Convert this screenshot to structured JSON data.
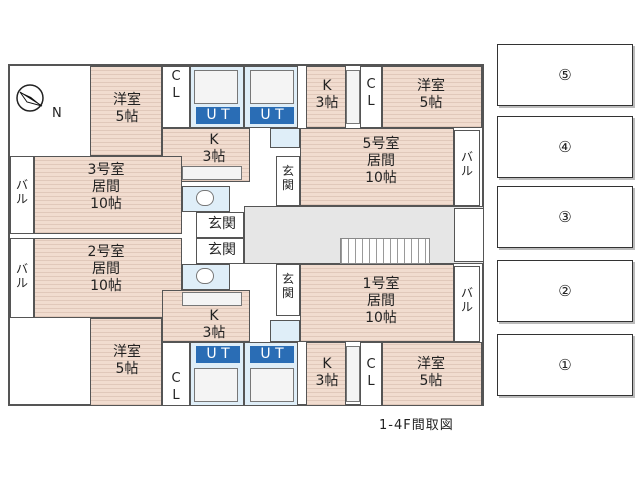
{
  "compass": {
    "label": "N"
  },
  "caption": "1-4F間取図",
  "floors": [
    "⑤",
    "④",
    "③",
    "②",
    "①"
  ],
  "rooms": {
    "yoshitsu": "洋室",
    "five_jo": "5帖",
    "three_jo": "3帖",
    "ten_jo": "10帖",
    "cl_c": "C",
    "cl_l": "L",
    "ut": "U T",
    "k": "K",
    "living": "居間",
    "genkan": "玄関",
    "bal": "バル",
    "unit3": "3号室",
    "unit2": "2号室",
    "unit5": "5号室",
    "unit1": "1号室"
  }
}
